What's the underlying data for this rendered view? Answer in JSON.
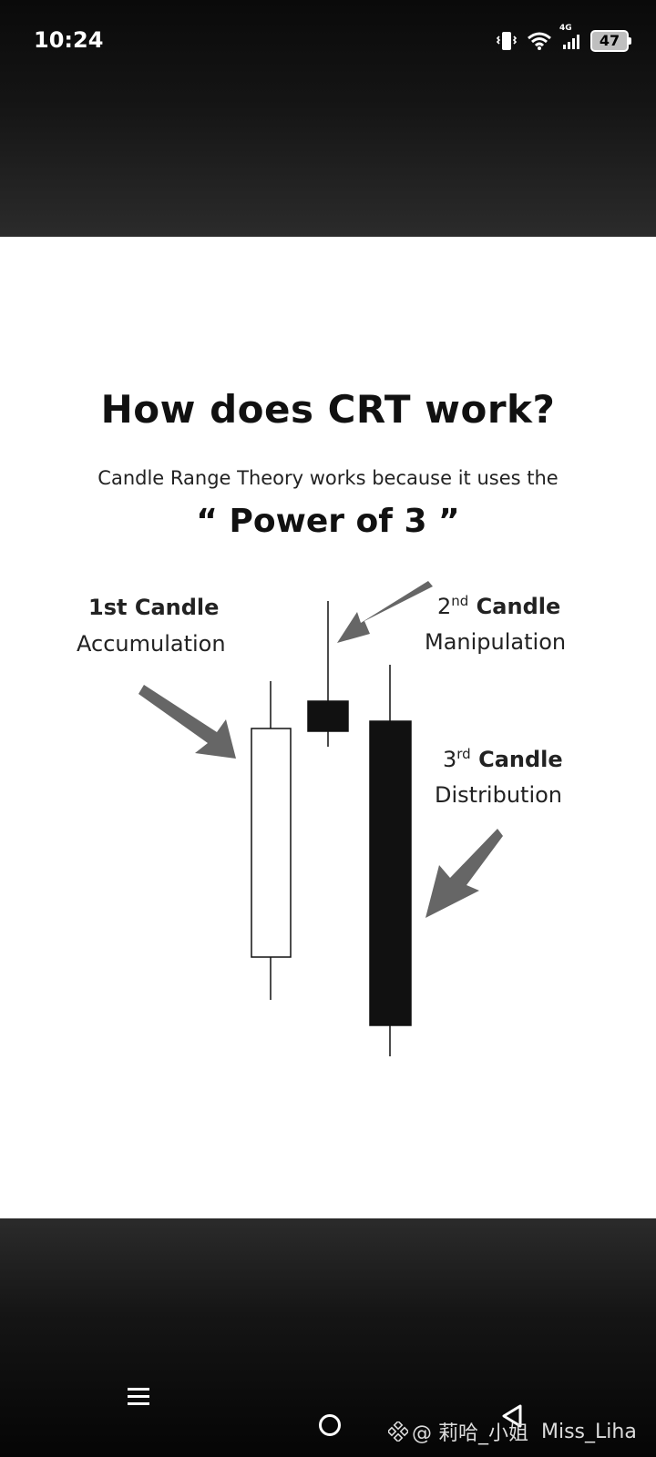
{
  "status_bar": {
    "time": "10:24",
    "network": "4G",
    "battery": "47",
    "icons": [
      "vibrate-icon",
      "wifi-icon",
      "cellular-signal-icon",
      "battery-icon"
    ]
  },
  "graphic": {
    "title": "How does CRT work?",
    "subtitle": "Candle Range Theory works because it uses the",
    "emphasis": "“ Power of 3 ”",
    "candles": [
      {
        "ordinal_num": "1",
        "ordinal_suffix": "st",
        "word": "Candle",
        "phase": "Accumulation",
        "color": "#ffffff"
      },
      {
        "ordinal_num": "2",
        "ordinal_suffix": "nd",
        "word": "Candle",
        "phase": "Manipulation",
        "color": "#111111"
      },
      {
        "ordinal_num": "3",
        "ordinal_suffix": "rd",
        "word": "Candle",
        "phase": "Distribution",
        "color": "#111111"
      }
    ]
  },
  "navigation_bar": {
    "buttons": [
      "menu-icon",
      "home-icon",
      "back-icon"
    ]
  },
  "watermark": {
    "handle": "@ 莉哈_小姐",
    "name": "Miss_Liha"
  }
}
